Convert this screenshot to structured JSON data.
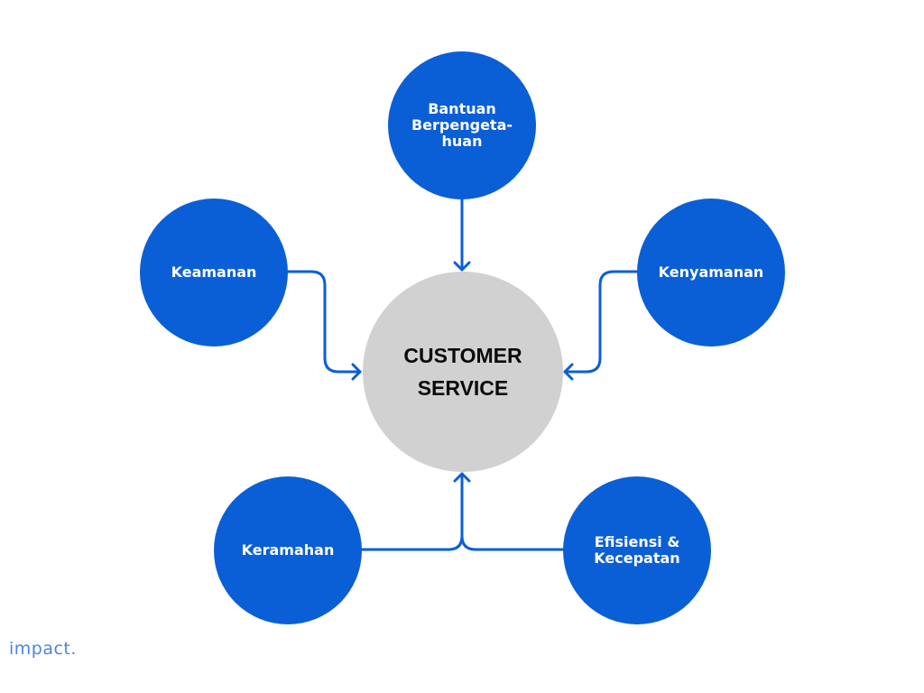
{
  "diagram": {
    "center": {
      "label": "CUSTOMER\nSERVICE"
    },
    "nodes": {
      "top": {
        "label": "Bantuan\nBerpengeta-\nhuan"
      },
      "left": {
        "label": "Keamanan"
      },
      "right": {
        "label": "Kenyamanan"
      },
      "bottom_left": {
        "label": "Keramahan"
      },
      "bottom_right": {
        "label": "Efisiensi &\nKecepatan"
      }
    }
  },
  "brand": {
    "text": "impact."
  },
  "colors": {
    "node_fill": "#0a5fd6",
    "center_fill": "#d1d1d1",
    "connector": "#0a5fd6",
    "brand": "#4a86e0"
  }
}
